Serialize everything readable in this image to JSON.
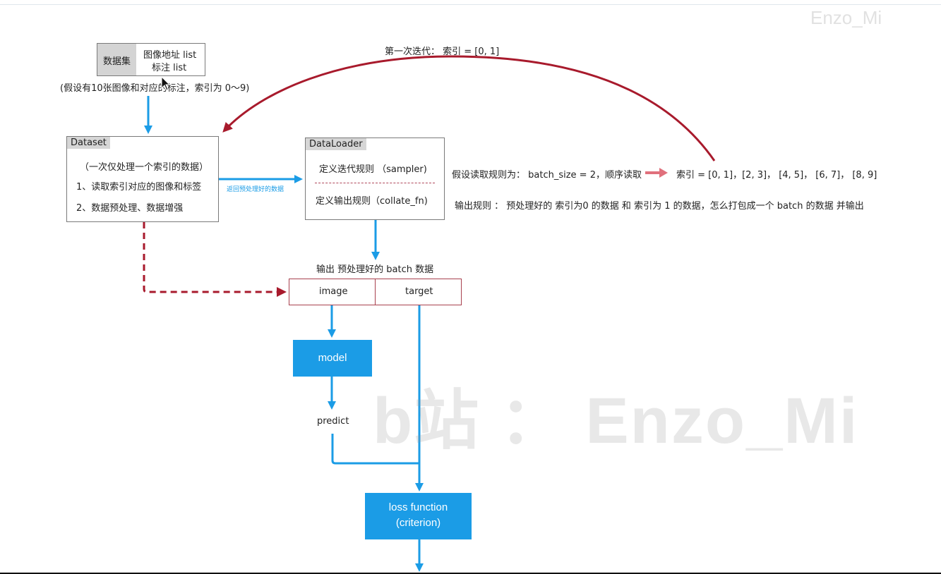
{
  "watermark": {
    "corner": "Enzo_Mi",
    "center": "b站 ： Enzo_Mi"
  },
  "dataset_source": {
    "label": "数据集",
    "line1": "图像地址 list",
    "line2": "标注 list",
    "note": "(假设有10张图像和对应的标注，索引为 0～9)"
  },
  "dataset": {
    "title": "Dataset",
    "desc": "（一次仅处理一个索引的数据）",
    "step1": "1、读取索引对应的图像和标签",
    "step2": "2、数据预处理、数据增强"
  },
  "return_label": "返回预处理好的数据",
  "dataloader": {
    "title": "DataLoader",
    "rule1": "定义迭代规则 （sampler)",
    "rule2": "定义输出规则（collate_fn)"
  },
  "first_iteration": "第一次迭代： 索引 = [0, 1]",
  "read_rule": "假设读取规则为： batch_size = 2，顺序读取",
  "indices": "索引 = [0, 1]，[2, 3]， [4, 5]， [6, 7]， [8, 9]",
  "output_rule": "输出规则 ： 预处理好的 索引为0 的数据 和 索引为 1 的数据，怎么打包成一个 batch 的数据 并输出",
  "output_batch": "输出 预处理好的 batch 数据",
  "batch": {
    "image": "image",
    "target": "target"
  },
  "model": "model",
  "predict": "predict",
  "loss": {
    "line1": "loss function",
    "line2": "(criterion)"
  },
  "colors": {
    "blue": "#1b9ce6",
    "dark_red": "#a81a2c",
    "pink_arrow": "#e0707c",
    "box_border": "#7a7a7a"
  }
}
